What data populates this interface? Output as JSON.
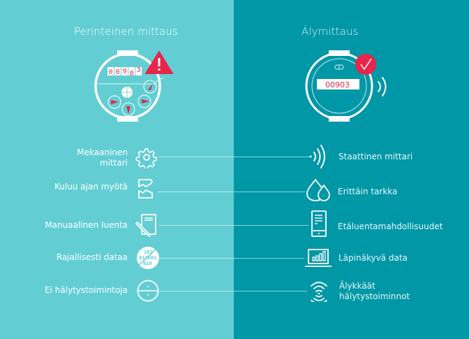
{
  "colors": {
    "left_bg": "#62ced3",
    "right_bg": "#0097a7",
    "accent": "#e8254a",
    "line": "#ffffff"
  },
  "left": {
    "title": "Perinteinen mittaus",
    "meter": {
      "reading_digits": [
        "0",
        "0",
        "9",
        "0",
        "3"
      ],
      "badge_icon": "warning-triangle-icon"
    },
    "items": [
      {
        "label_line1": "Mekaaninen",
        "label_line2": "mittari",
        "icon": "gear-icon"
      },
      {
        "label_line1": "Kuluu ajan myötä",
        "icon": "broken-box-icon"
      },
      {
        "label_line1": "Manuaalinen luenta",
        "icon": "notepad-pencil-icon"
      },
      {
        "label_line1": "Rajallisesti dataa",
        "icon": "binary-data-icon",
        "icon_text": [
          "101",
          "011001",
          "010"
        ]
      },
      {
        "label_line1": "Ei hälytystoimintoja",
        "icon": "no-alarm-icon"
      }
    ]
  },
  "right": {
    "title": "Älymittaus",
    "meter": {
      "reading": "00903",
      "badge_icon": "checkmark-icon"
    },
    "items": [
      {
        "label_line1": "Staattinen mittari",
        "icon": "signal-waves-icon"
      },
      {
        "label_line1": "Erittäin tarkka",
        "icon": "water-drops-icon"
      },
      {
        "label_line1": "Etäluentamahdollisuudet",
        "icon": "mobile-phone-icon"
      },
      {
        "label_line1": "Läpinäkyvä data",
        "icon": "laptop-chart-icon"
      },
      {
        "label_line1": "Älykkäät",
        "label_line2": "hälytystoiminnot",
        "icon": "wireless-alarm-icon"
      }
    ]
  }
}
